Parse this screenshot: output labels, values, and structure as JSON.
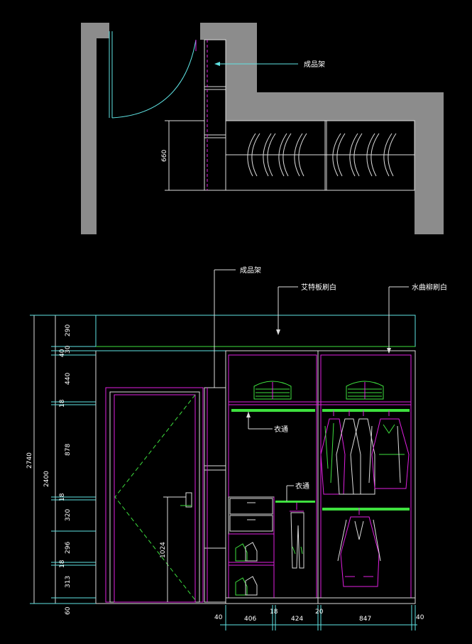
{
  "plan": {
    "shelf_label": "成品架",
    "depth_dim": "660"
  },
  "elevation": {
    "label_shelf": "成品架",
    "label_board": "艾特板刷白",
    "label_cabinet": "水曲柳刷白",
    "label_rail_1": "衣通",
    "label_rail_2": "衣通",
    "handle_height": "1024",
    "left_dims": {
      "total": "2740",
      "sub_total": "2400",
      "segments": [
        "290",
        "40",
        "30",
        "440",
        "18",
        "878",
        "18",
        "320",
        "296",
        "18",
        "313",
        "60"
      ]
    },
    "bottom_dims": [
      "40",
      "406",
      "18",
      "424",
      "20",
      "847",
      "40"
    ]
  },
  "colors": {
    "wall": "#8c8c8c",
    "cyan": "#5fe3e3",
    "magenta": "#e020e0",
    "green": "#3ee03e",
    "white": "#dddddd"
  }
}
